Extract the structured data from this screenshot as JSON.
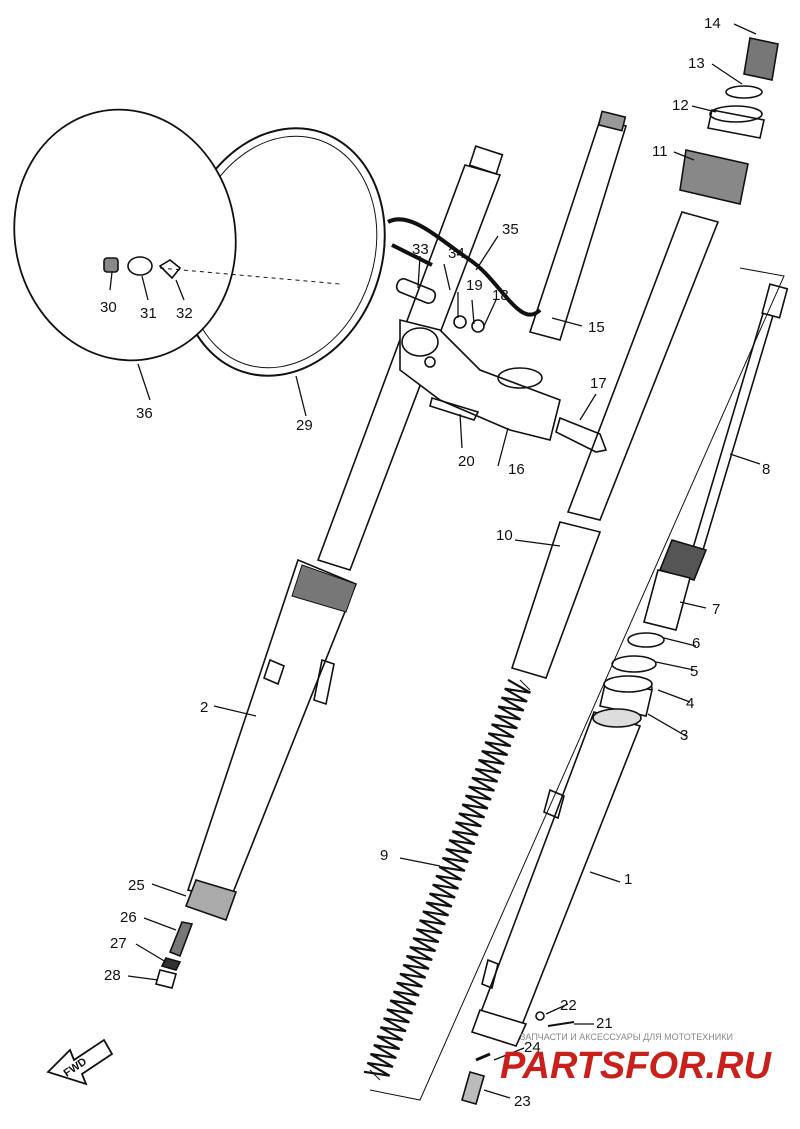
{
  "diagram": {
    "parts": [
      {
        "id": "p1",
        "label": "1"
      },
      {
        "id": "p2",
        "label": "2"
      },
      {
        "id": "p3",
        "label": "3"
      },
      {
        "id": "p4",
        "label": "4"
      },
      {
        "id": "p5",
        "label": "5"
      },
      {
        "id": "p6",
        "label": "6"
      },
      {
        "id": "p7",
        "label": "7"
      },
      {
        "id": "p8",
        "label": "8"
      },
      {
        "id": "p9",
        "label": "9"
      },
      {
        "id": "p10",
        "label": "10"
      },
      {
        "id": "p11",
        "label": "11"
      },
      {
        "id": "p12",
        "label": "12"
      },
      {
        "id": "p13",
        "label": "13"
      },
      {
        "id": "p14",
        "label": "14"
      },
      {
        "id": "p15",
        "label": "15"
      },
      {
        "id": "p16",
        "label": "16"
      },
      {
        "id": "p17",
        "label": "17"
      },
      {
        "id": "p18",
        "label": "18"
      },
      {
        "id": "p19",
        "label": "19"
      },
      {
        "id": "p20",
        "label": "20"
      },
      {
        "id": "p21",
        "label": "21"
      },
      {
        "id": "p22",
        "label": "22"
      },
      {
        "id": "p23",
        "label": "23"
      },
      {
        "id": "p24",
        "label": "24"
      },
      {
        "id": "p25",
        "label": "25"
      },
      {
        "id": "p26",
        "label": "26"
      },
      {
        "id": "p27",
        "label": "27"
      },
      {
        "id": "p28",
        "label": "28"
      },
      {
        "id": "p29",
        "label": "29"
      },
      {
        "id": "p30",
        "label": "30"
      },
      {
        "id": "p31",
        "label": "31"
      },
      {
        "id": "p32",
        "label": "32"
      },
      {
        "id": "p33",
        "label": "33"
      },
      {
        "id": "p34",
        "label": "34"
      },
      {
        "id": "p35",
        "label": "35"
      },
      {
        "id": "p36",
        "label": "36"
      }
    ],
    "fwd_label": "FWD"
  },
  "watermark": {
    "tagline": "ЗАПЧАСТИ И АКСЕССУАРЫ ДЛЯ МОТОТЕХНИКИ",
    "brand": "PARTSFOR.RU",
    "color": "#c9201c"
  }
}
